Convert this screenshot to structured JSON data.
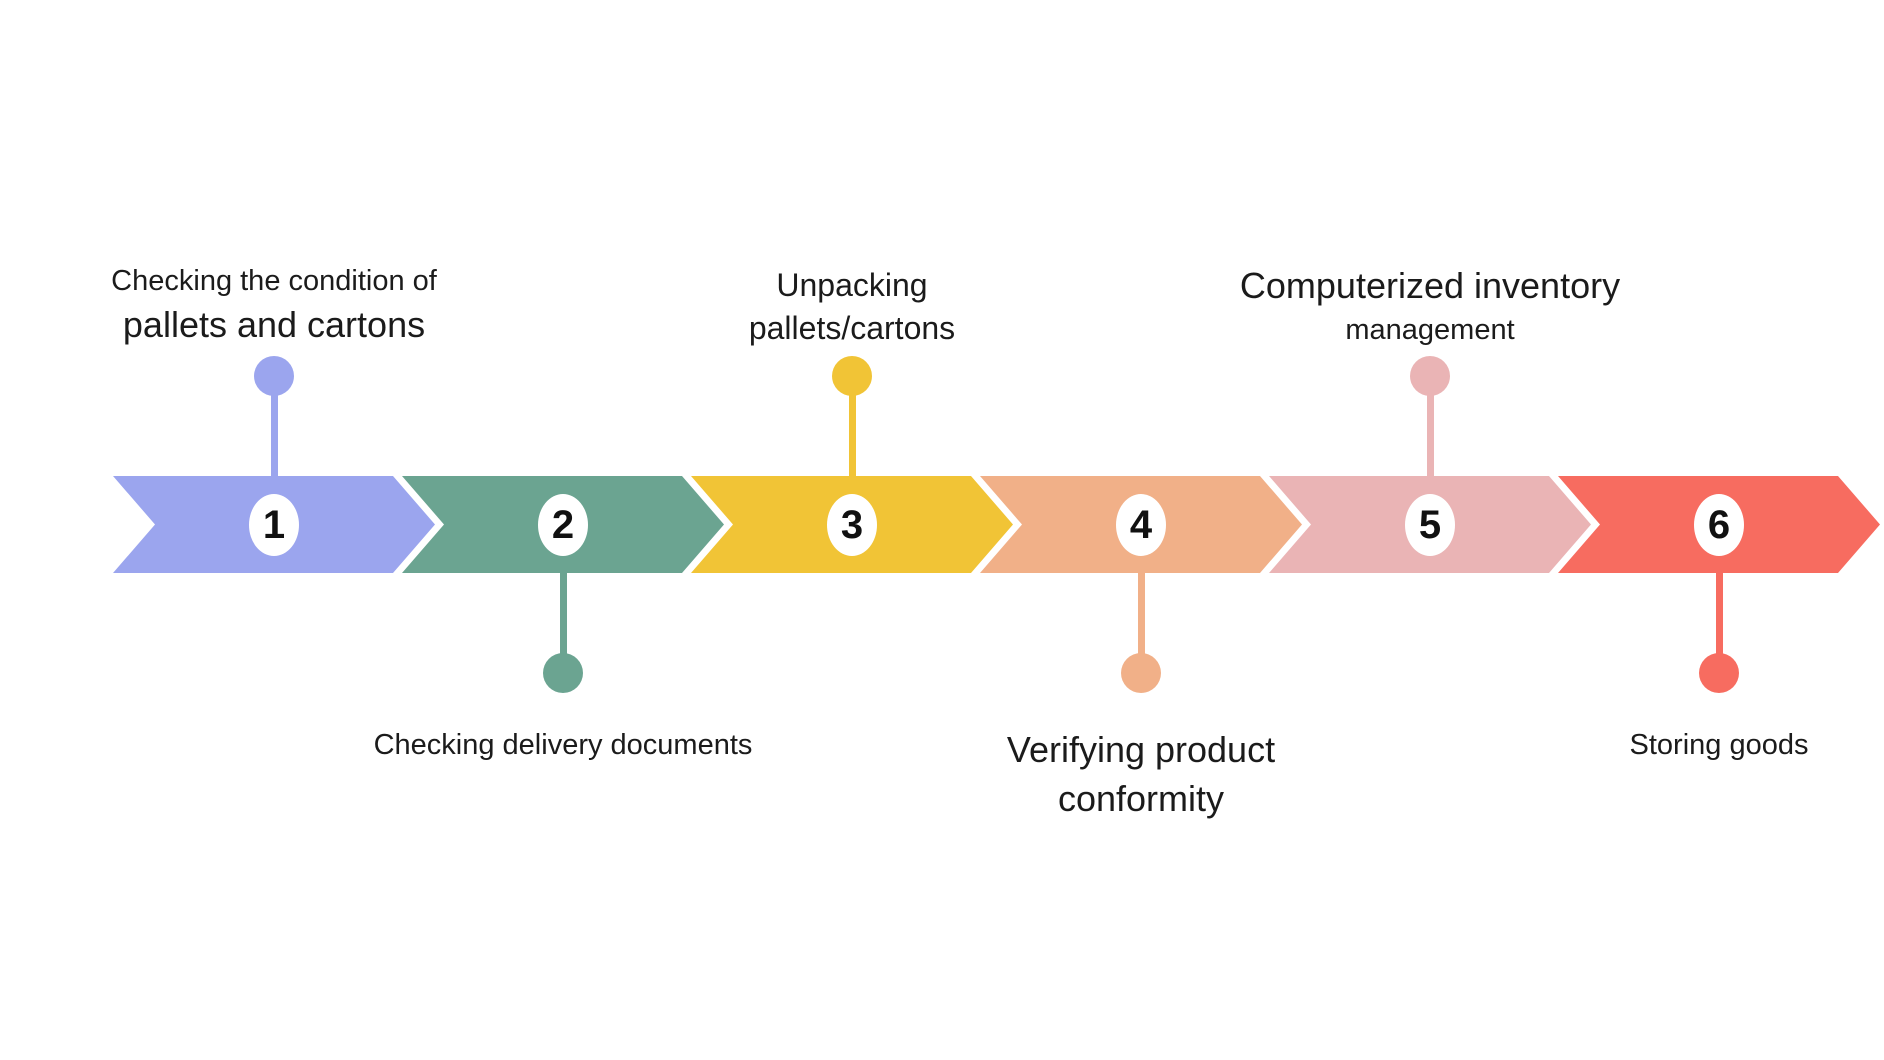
{
  "figure": {
    "background": "#ffffff",
    "text_color": "#1b1b1b",
    "badge_color": "#ffffff",
    "number_color": "#111111"
  },
  "steps": [
    {
      "number": "1",
      "color": "#9ba5ee",
      "label_side": "top",
      "lines": [
        {
          "text": "Checking the condition of"
        },
        {
          "text": "pallets and cartons"
        }
      ]
    },
    {
      "number": "2",
      "color": "#6ba491",
      "label_side": "bottom",
      "lines": [
        {
          "text": "Checking delivery documents"
        }
      ]
    },
    {
      "number": "3",
      "color": "#f1c436",
      "label_side": "top",
      "lines": [
        {
          "text": "Unpacking"
        },
        {
          "text": "pallets/cartons"
        }
      ]
    },
    {
      "number": "4",
      "color": "#f1b088",
      "label_side": "bottom",
      "lines": [
        {
          "text": "Verifying product"
        },
        {
          "text": "conformity"
        }
      ]
    },
    {
      "number": "5",
      "color": "#eab4b5",
      "label_side": "top",
      "lines": [
        {
          "text": "Computerized inventory"
        },
        {
          "text": "management"
        }
      ]
    },
    {
      "number": "6",
      "color": "#f76c60",
      "label_side": "bottom",
      "lines": [
        {
          "text": "Storing goods"
        }
      ]
    }
  ]
}
